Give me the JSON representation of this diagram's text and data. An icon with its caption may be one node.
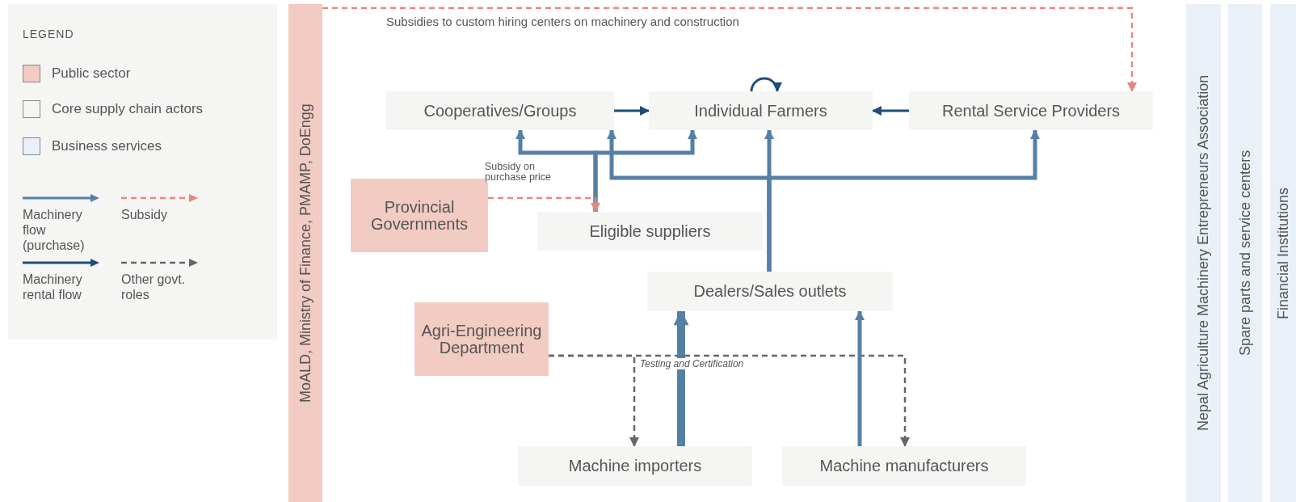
{
  "diagram": {
    "nodes": [
      {
        "text": [
          "MoALD, Ministry of Finance, PMAMP, DoEngg"
        ]
      },
      {
        "text": [
          "Cooperatives/Groups"
        ]
      },
      {
        "text": [
          "Individual Farmers"
        ]
      },
      {
        "text": [
          "Rental Service Providers"
        ]
      },
      {
        "text": [
          "Provincial Governments"
        ]
      },
      {
        "text": [
          "Eligible suppliers"
        ]
      },
      {
        "text": [
          "Dealers/Sales outlets"
        ]
      },
      {
        "text": [
          "Agri-Engineering Department"
        ]
      },
      {
        "text": [
          "Machine importers"
        ]
      },
      {
        "text": [
          "Machine manufacturers"
        ]
      },
      {
        "text": [
          "Nepal Agriculture Machinery Entrepreneurs Association"
        ]
      },
      {
        "text": [
          "Spare parts and service centers"
        ]
      },
      {
        "text": [
          "Financial Institutions"
        ]
      }
    ],
    "edges": [
      {
        "from": 1,
        "to": 2,
        "arrow": "to",
        "color": "#1f4e79"
      },
      {
        "from": 3,
        "to": 2,
        "arrow": "to",
        "color": "#1f4e79"
      },
      {
        "from": 2,
        "to": 2,
        "arrow": "to",
        "color": "#1f4e79"
      },
      {
        "from": 5,
        "to": 1,
        "arrow": "to"
      },
      {
        "from": 5,
        "to": 2,
        "arrow": "to"
      },
      {
        "from": 6,
        "to": 1,
        "arrow": "to"
      },
      {
        "from": 6,
        "to": 2,
        "arrow": "to"
      },
      {
        "from": 6,
        "to": 3,
        "arrow": "to"
      },
      {
        "from": 0,
        "to": 3,
        "arrow": "to",
        "style": "dashed",
        "color": "#e8877a",
        "label": "Subsidies to custom hiring centers on machinery and construction"
      },
      {
        "from": 4,
        "to": 5,
        "arrow": "to",
        "style": "dashed",
        "color": "#e8877a",
        "label": "Subsidy on purchase price"
      },
      {
        "from": 7,
        "to": 8,
        "arrow": "to",
        "style": "dashed",
        "color": "#666666",
        "label": "Testing and Certification"
      },
      {
        "from": 7,
        "to": 9,
        "arrow": "to",
        "style": "dashed",
        "color": "#666666"
      },
      {
        "from": 8,
        "to": 6,
        "arrow": "to",
        "style": "thick"
      },
      {
        "from": 9,
        "to": 6,
        "arrow": "to"
      }
    ],
    "labels": [
      "LEGEND"
    ],
    "legend": [
      {
        "text": "Public sector",
        "color": "#f2cbc3"
      },
      {
        "text": "Core supply chain actors",
        "color": "#f5f5f3"
      },
      {
        "text": "Business services",
        "color": "#eaf0f8"
      },
      {
        "text": "Machinery flow (purchase)"
      },
      {
        "text": "Subsidy"
      },
      {
        "text": "Machinery rental flow"
      },
      {
        "text": "Other govt. roles"
      }
    ]
  }
}
